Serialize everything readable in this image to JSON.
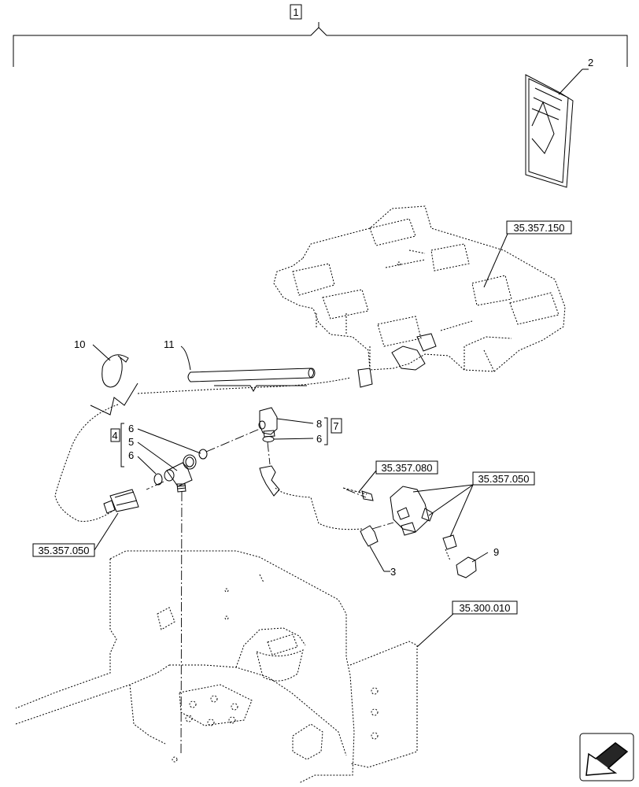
{
  "item_labels": {
    "kit": "1",
    "manual": "2",
    "hose": "3",
    "tee_group": "4",
    "tee": "5",
    "seal_a": "6",
    "seal_b": "6",
    "seal_c": "6",
    "elbow_group": "7",
    "elbow": "8",
    "cap": "9",
    "strap": "10",
    "sleeve": "11"
  },
  "reference_labels": {
    "valve_block": "35.357.150",
    "fitting_upper": "35.357.080",
    "fittings_right": "35.357.050",
    "fitting_left": "35.357.050",
    "frame": "35.300.010"
  },
  "icons": {
    "navigation": "previous-page-arrow-icon"
  }
}
